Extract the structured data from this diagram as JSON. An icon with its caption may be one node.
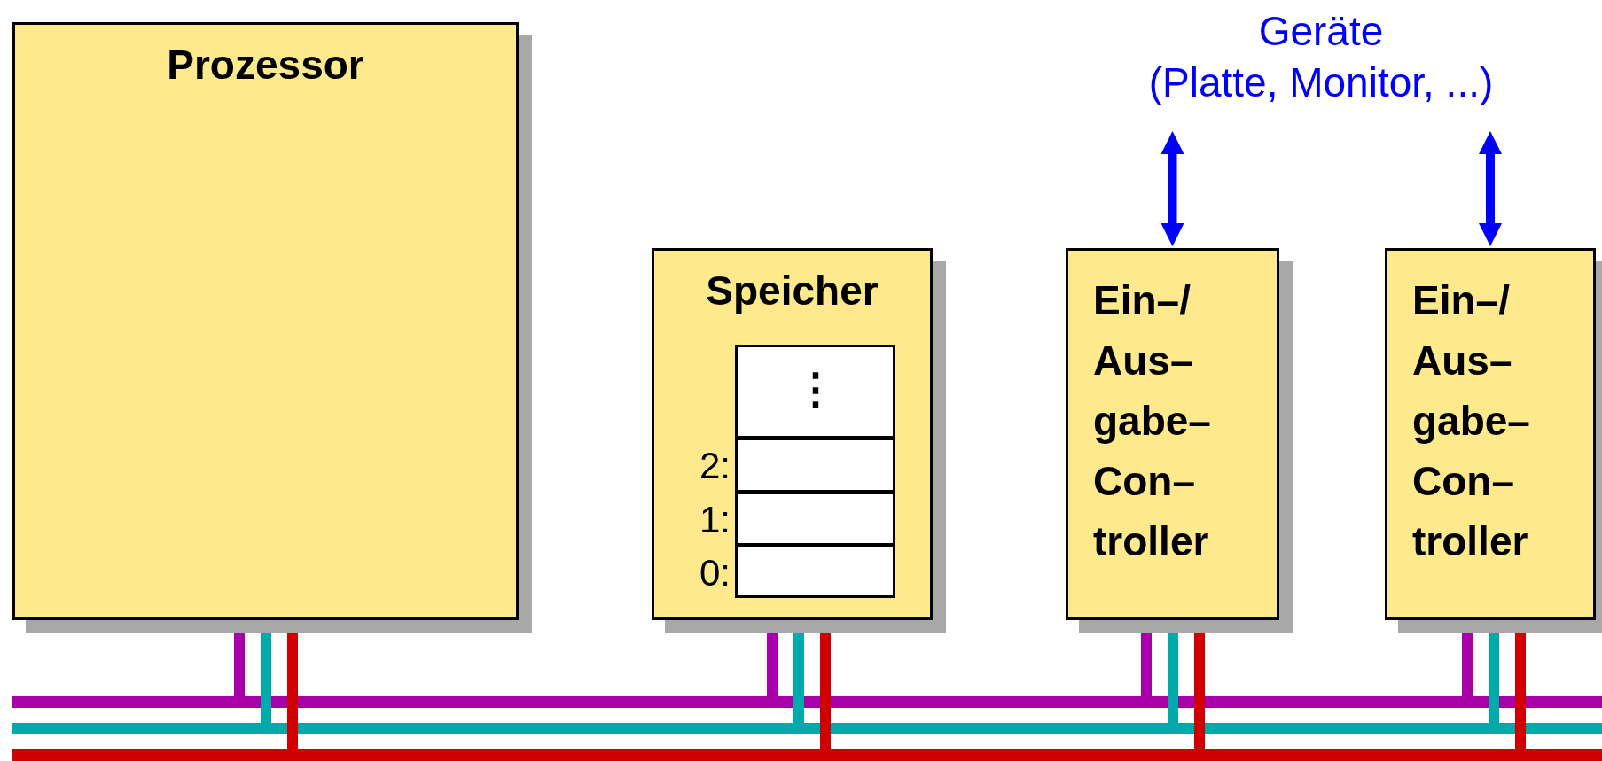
{
  "diagram": {
    "nodes": [
      {
        "text": [
          "Prozessor"
        ]
      },
      {
        "text": [
          "Speicher"
        ]
      },
      {
        "text": [
          "⋮"
        ],
        "in": 1
      },
      {
        "text": [],
        "shape": "box",
        "in": 1,
        "beside": [
          "2:"
        ]
      },
      {
        "text": [],
        "shape": "box",
        "in": 1,
        "beside": [
          "1:"
        ]
      },
      {
        "text": [],
        "shape": "box",
        "in": 1,
        "beside": [
          "0:"
        ]
      },
      {
        "text": [
          "Ein–/ Aus– gabe– Con– troller"
        ]
      },
      {
        "text": [
          "Ein–/ Aus– gabe– Con– troller"
        ]
      },
      {
        "text": [
          "Geräte",
          "(Platte, Monitor, ...)"
        ]
      },
      {
        "text": [],
        "shape": "bar"
      },
      {
        "text": [],
        "shape": "bar"
      },
      {
        "text": [],
        "shape": "bar"
      }
    ],
    "edges": [
      {
        "from": 8,
        "to": 6,
        "arrow": "both",
        "color": "#0000ff"
      },
      {
        "from": 8,
        "to": 7,
        "arrow": "both",
        "color": "#0000ff"
      },
      {
        "from": 0,
        "to": 9,
        "arrow": "none",
        "color": "#a800a8"
      },
      {
        "from": 0,
        "to": 10,
        "arrow": "none",
        "color": "#00aaaa"
      },
      {
        "from": 0,
        "to": 11,
        "arrow": "none",
        "color": "#d00000"
      },
      {
        "from": 1,
        "to": 9,
        "arrow": "none",
        "color": "#a800a8"
      },
      {
        "from": 1,
        "to": 10,
        "arrow": "none",
        "color": "#00aaaa"
      },
      {
        "from": 1,
        "to": 11,
        "arrow": "none",
        "color": "#d00000"
      },
      {
        "from": 6,
        "to": 9,
        "arrow": "none",
        "color": "#a800a8"
      },
      {
        "from": 6,
        "to": 10,
        "arrow": "none",
        "color": "#00aaaa"
      },
      {
        "from": 6,
        "to": 11,
        "arrow": "none",
        "color": "#d00000"
      },
      {
        "from": 7,
        "to": 9,
        "arrow": "none",
        "color": "#a800a8"
      },
      {
        "from": 7,
        "to": 10,
        "arrow": "none",
        "color": "#00aaaa"
      },
      {
        "from": 7,
        "to": 11,
        "arrow": "none",
        "color": "#d00000"
      }
    ]
  }
}
